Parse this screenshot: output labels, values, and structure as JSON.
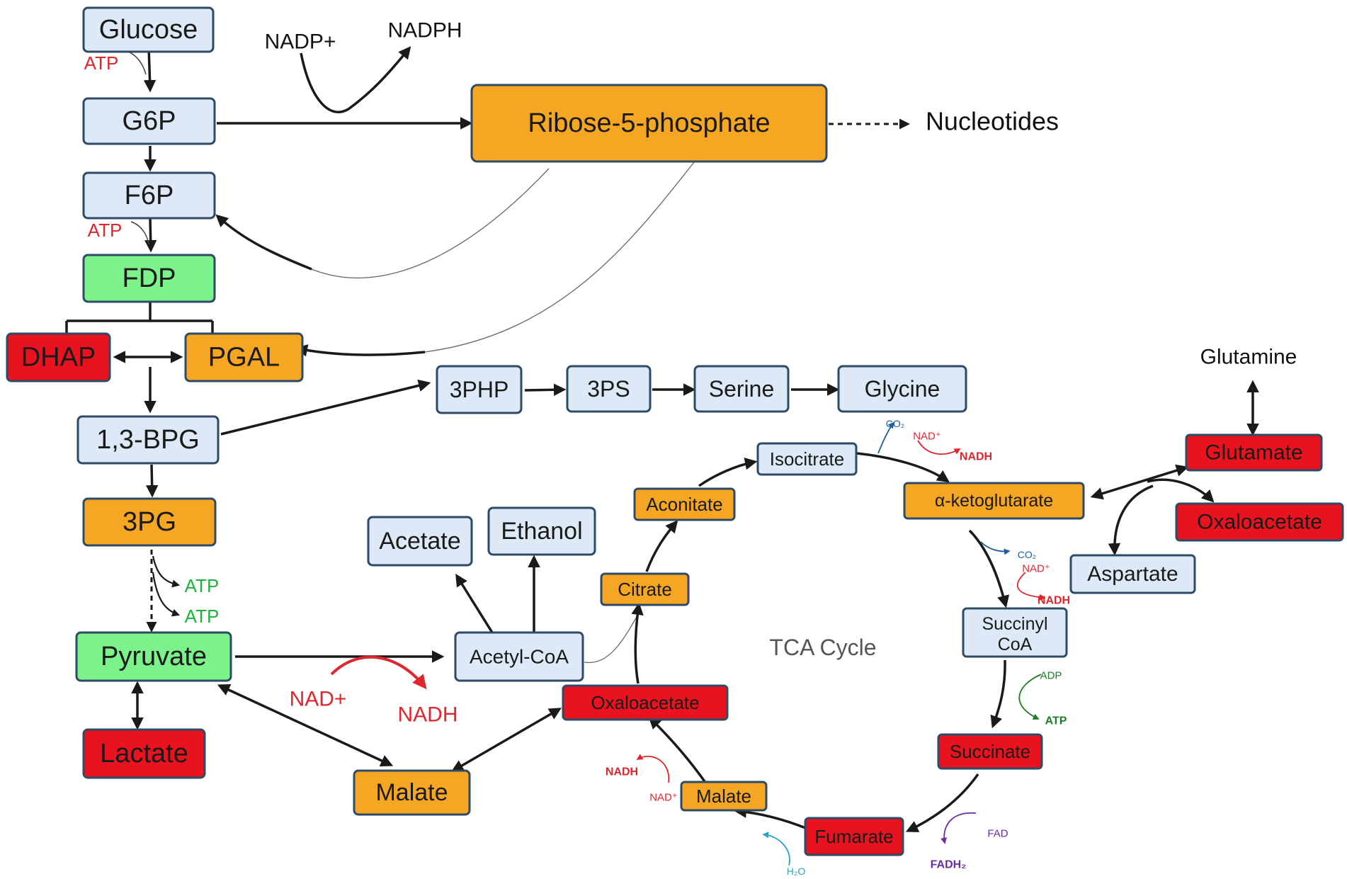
{
  "nodes": {
    "glucose": "Glucose",
    "g6p": "G6P",
    "f6p": "F6P",
    "fdp": "FDP",
    "dhap": "DHAP",
    "pgal": "PGAL",
    "bpg13": "1,3-BPG",
    "pg3": "3PG",
    "pyruvate": "Pyruvate",
    "lactate": "Lactate",
    "ribose5p": "Ribose-5-phosphate",
    "php3": "3PHP",
    "ps3": "3PS",
    "serine": "Serine",
    "glycine": "Glycine",
    "acetate": "Acetate",
    "ethanol": "Ethanol",
    "acetyl_coa": "Acetyl-CoA",
    "malate_left": "Malate",
    "oxaloacetate_cycle": "Oxaloacetate",
    "citrate": "Citrate",
    "aconitate": "Aconitate",
    "isocitrate": "Isocitrate",
    "akg": "α-ketoglutarate",
    "succinyl_coa_line1": "Succinyl",
    "succinyl_coa_line2": "CoA",
    "succinate": "Succinate",
    "fumarate": "Fumarate",
    "malate_cycle": "Malate",
    "glutamate": "Glutamate",
    "oxaloacetate_right": "Oxaloacetate",
    "aspartate": "Aspartate"
  },
  "labels": {
    "nadp_plus": "NADP+",
    "nadph": "NADPH",
    "nucleotides": "Nucleotides",
    "glutamine": "Glutamine",
    "tca_cycle": "TCA Cycle",
    "nad_plus_pyruvate": "NAD+",
    "nadh_pyruvate": "NADH"
  },
  "cofactors": {
    "atp_glucose": "ATP",
    "atp_f6p": "ATP",
    "atp_gen1": "ATP",
    "atp_gen2": "ATP",
    "co2_isocitrate": "CO₂",
    "nad_isocitrate": "NAD⁺",
    "nadh_isocitrate": "NADH",
    "co2_akg": "CO₂",
    "nad_akg": "NAD⁺",
    "nadh_akg": "NADH",
    "adp_succinyl": "ADP",
    "atp_succinyl": "ATP",
    "fad": "FAD",
    "fadh2": "FADH₂",
    "h2o": "H₂O",
    "nadh_malate": "NADH",
    "nad_malate": "NAD⁺"
  },
  "colors": {
    "light_blue": "#dde9f6",
    "orange": "#f5a623",
    "red": "#e8131f",
    "green": "#7cf28a",
    "cofactor_red": "#e0262d",
    "cofactor_green": "#1db43a",
    "tca_blue": "#1f5fa0",
    "tca_darkgreen": "#1e7d22",
    "tca_purple": "#6a2ea0",
    "tca_teal": "#2aa3c1"
  }
}
